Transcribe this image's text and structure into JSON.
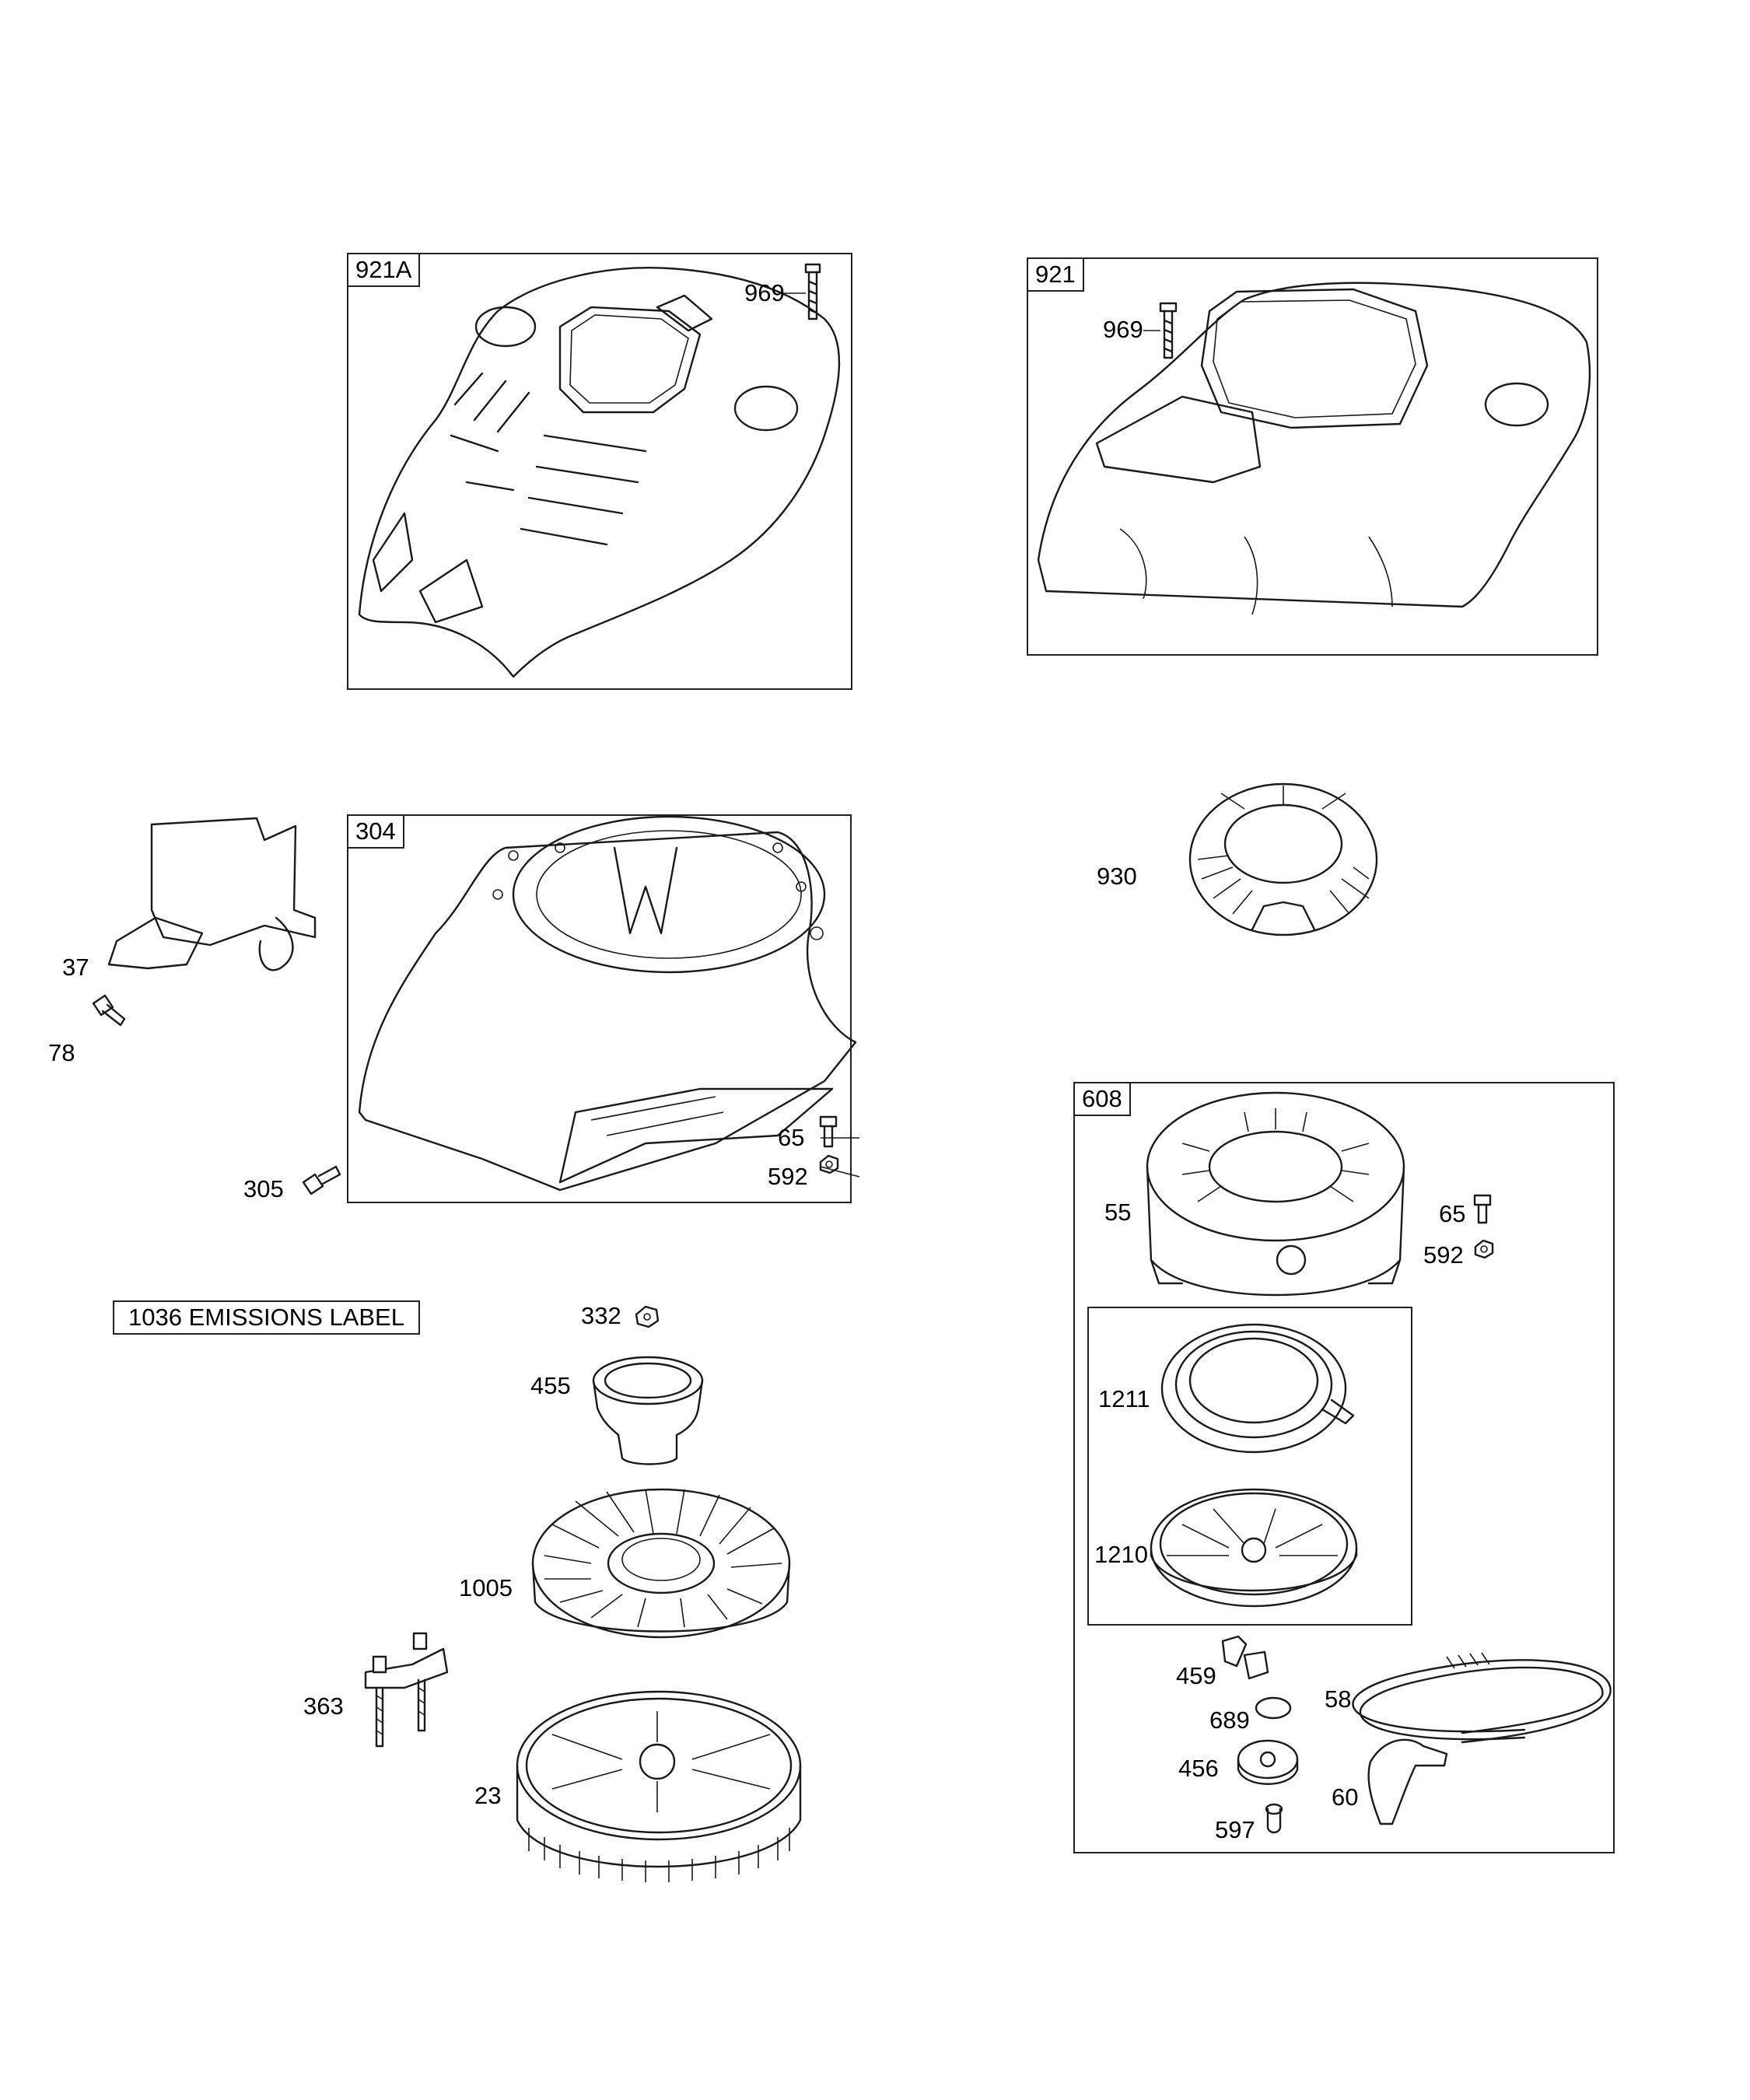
{
  "frames": {
    "f921A": {
      "tag": "921A"
    },
    "f921": {
      "tag": "921"
    },
    "f304": {
      "tag": "304"
    },
    "f608": {
      "tag": "608"
    }
  },
  "labels": {
    "l969a": "969",
    "l969b": "969",
    "l37": "37",
    "l78": "78",
    "l305": "305",
    "l65a": "65",
    "l592a": "592",
    "l930": "930",
    "l55": "55",
    "l65b": "65",
    "l592b": "592",
    "l1211": "1211",
    "l1210": "1210",
    "l459": "459",
    "l58": "58",
    "l689": "689",
    "l456": "456",
    "l60": "60",
    "l597": "597",
    "l332": "332",
    "l455": "455",
    "l1005": "1005",
    "l363": "363",
    "l23": "23"
  },
  "emissions_label": "1036 EMISSIONS LABEL"
}
